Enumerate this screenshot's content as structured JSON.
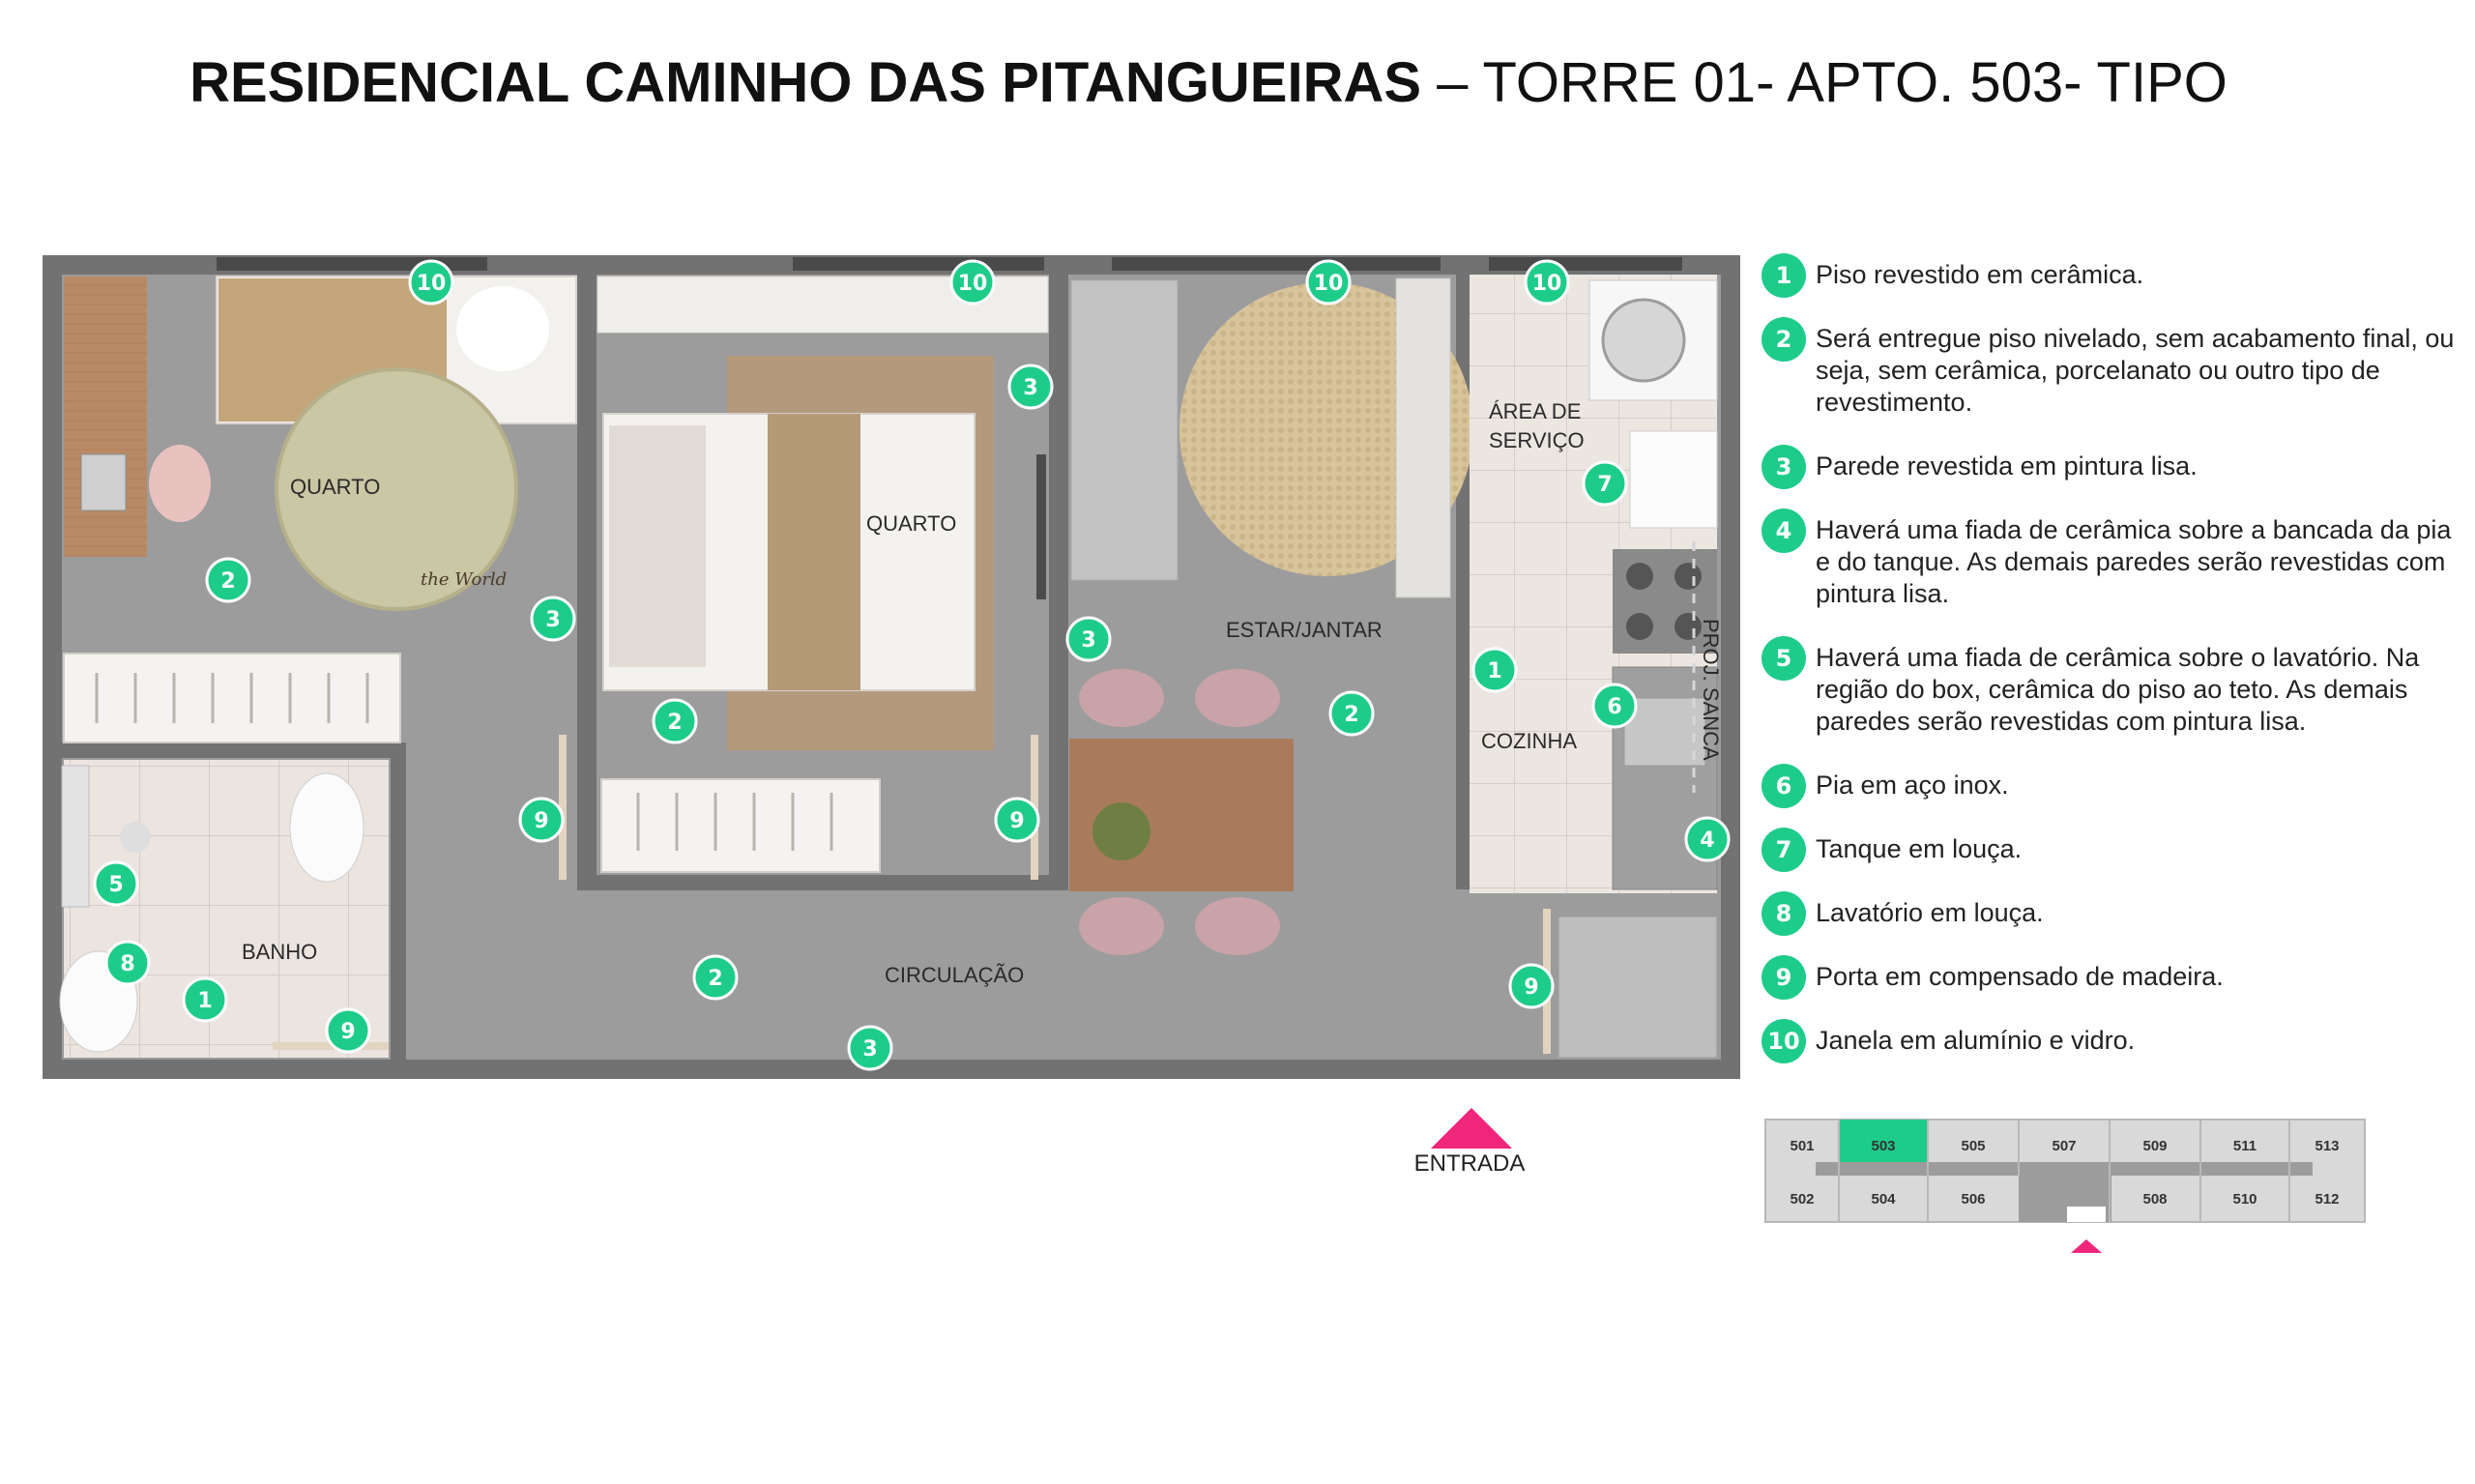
{
  "title": {
    "bold": "RESIDENCIAL CAMINHO DAS PITANGUEIRAS",
    "light": " – TORRE 01- APTO. 503- TIPO"
  },
  "rooms": {
    "quarto_1": "QUARTO",
    "quarto_2": "QUARTO",
    "estar_jantar": "ESTAR/JANTAR",
    "area_servico_1": "ÁREA DE",
    "area_servico_2": "SERVIÇO",
    "cozinha": "COZINHA",
    "banho": "BANHO",
    "circulacao": "CIRCULAÇÃO",
    "proj_sanca": "PROJ. SANCA",
    "rug_text": "the World"
  },
  "markers": {
    "m1": "1",
    "m2": "2",
    "m3": "3",
    "m4": "4",
    "m5": "5",
    "m6": "6",
    "m7": "7",
    "m8": "8",
    "m9": "9",
    "m10": "10"
  },
  "legend": [
    {
      "num": "1",
      "text": "Piso revestido em cerâmica."
    },
    {
      "num": "2",
      "text": "Será entregue piso nivelado, sem acabamento final, ou seja, sem cerâmica, porcelanato ou outro tipo de revestimento."
    },
    {
      "num": "3",
      "text": "Parede revestida em pintura lisa."
    },
    {
      "num": "4",
      "text": "Haverá uma fiada de cerâmica sobre a bancada da pia e do tanque. As demais paredes serão revestidas com pintura lisa."
    },
    {
      "num": "5",
      "text": "Haverá uma fiada de cerâmica sobre o lavatório. Na região do box, cerâmica do piso ao teto. As demais paredes serão revestidas com pintura lisa."
    },
    {
      "num": "6",
      "text": "Pia em aço inox."
    },
    {
      "num": "7",
      "text": "Tanque em louça."
    },
    {
      "num": "8",
      "text": "Lavatório em louça."
    },
    {
      "num": "9",
      "text": "Porta em compensado de madeira."
    },
    {
      "num": "10",
      "text": "Janela em alumínio e vidro."
    }
  ],
  "entrada": "ENTRADA",
  "keyplan": {
    "top": [
      "501",
      "503",
      "505",
      "507",
      "509",
      "511",
      "513"
    ],
    "bottom": [
      "502",
      "504",
      "506",
      "508",
      "510",
      "512"
    ],
    "highlight": "503",
    "highlight_color": "#1ecc8a"
  },
  "colors": {
    "marker": "#1ecc8a",
    "entrance": "#f0267a",
    "floor": "#9a9a9a",
    "wall": "#6f6f6f"
  }
}
